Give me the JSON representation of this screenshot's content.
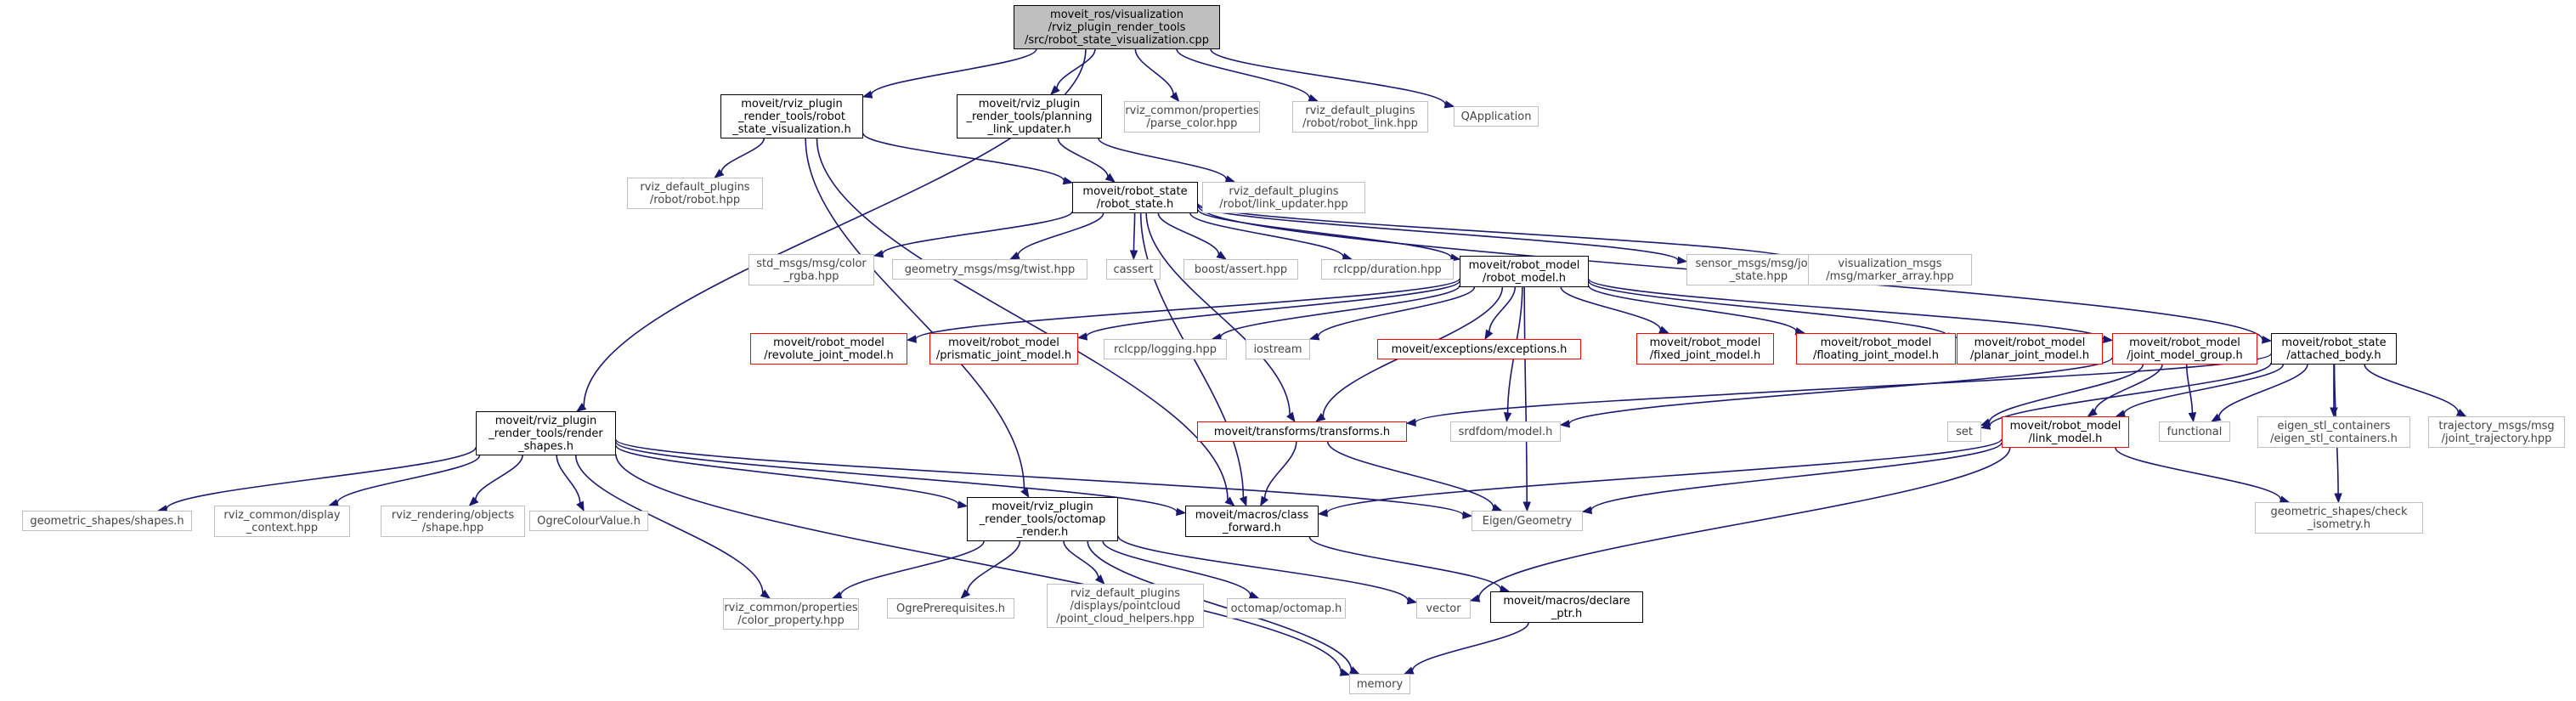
{
  "diagram": {
    "nodes": [
      {
        "id": "root",
        "style": "root",
        "lines": [
          "moveit_ros/visualization",
          "/rviz_plugin_render_tools",
          "/src/robot_state_visualization.cpp"
        ]
      },
      {
        "id": "rsv",
        "style": "normal",
        "lines": [
          "moveit/rviz_plugin",
          "_render_tools/robot",
          "_state_visualization.h"
        ]
      },
      {
        "id": "plu",
        "style": "normal",
        "lines": [
          "moveit/rviz_plugin",
          "_render_tools/planning",
          "_link_updater.h"
        ]
      },
      {
        "id": "parse",
        "style": "ext",
        "lines": [
          "rviz_common/properties",
          "/parse_color.hpp"
        ]
      },
      {
        "id": "rlink",
        "style": "ext",
        "lines": [
          "rviz_default_plugins",
          "/robot/robot_link.hpp"
        ]
      },
      {
        "id": "qapp",
        "style": "ext",
        "lines": [
          "QApplication"
        ]
      },
      {
        "id": "rrobot",
        "style": "ext",
        "lines": [
          "rviz_default_plugins",
          "/robot/robot.hpp"
        ]
      },
      {
        "id": "rstate",
        "style": "normal",
        "lines": [
          "moveit/robot_state",
          "/robot_state.h"
        ]
      },
      {
        "id": "lupd",
        "style": "ext",
        "lines": [
          "rviz_default_plugins",
          "/robot/link_updater.hpp"
        ]
      },
      {
        "id": "colorrgba",
        "style": "ext",
        "lines": [
          "std_msgs/msg/color",
          "_rgba.hpp"
        ]
      },
      {
        "id": "twist",
        "style": "ext",
        "lines": [
          "geometry_msgs/msg/twist.hpp"
        ]
      },
      {
        "id": "cassert",
        "style": "ext",
        "lines": [
          "cassert"
        ]
      },
      {
        "id": "bassert",
        "style": "ext",
        "lines": [
          "boost/assert.hpp"
        ]
      },
      {
        "id": "duration",
        "style": "ext",
        "lines": [
          "rclcpp/duration.hpp"
        ]
      },
      {
        "id": "rmodel",
        "style": "normal",
        "lines": [
          "moveit/robot_model",
          "/robot_model.h"
        ]
      },
      {
        "id": "jstate",
        "style": "ext",
        "lines": [
          "sensor_msgs/msg/joint",
          "_state.hpp"
        ]
      },
      {
        "id": "marker",
        "style": "ext",
        "lines": [
          "visualization_msgs",
          "/msg/marker_array.hpp"
        ]
      },
      {
        "id": "revolute",
        "style": "red",
        "lines": [
          "moveit/robot_model",
          "/revolute_joint_model.h"
        ]
      },
      {
        "id": "prismatic",
        "style": "red",
        "lines": [
          "moveit/robot_model",
          "/prismatic_joint_model.h"
        ]
      },
      {
        "id": "logging",
        "style": "ext",
        "lines": [
          "rclcpp/logging.hpp"
        ]
      },
      {
        "id": "iostream",
        "style": "ext",
        "lines": [
          "iostream"
        ]
      },
      {
        "id": "exceptions",
        "style": "red",
        "lines": [
          "moveit/exceptions/exceptions.h"
        ]
      },
      {
        "id": "fixed",
        "style": "red",
        "lines": [
          "moveit/robot_model",
          "/fixed_joint_model.h"
        ]
      },
      {
        "id": "floating",
        "style": "red",
        "lines": [
          "moveit/robot_model",
          "/floating_joint_model.h"
        ]
      },
      {
        "id": "planar",
        "style": "red",
        "lines": [
          "moveit/robot_model",
          "/planar_joint_model.h"
        ]
      },
      {
        "id": "jmg",
        "style": "red",
        "lines": [
          "moveit/robot_model",
          "/joint_model_group.h"
        ]
      },
      {
        "id": "attached",
        "style": "normal",
        "lines": [
          "moveit/robot_state",
          "/attached_body.h"
        ]
      },
      {
        "id": "render_shapes",
        "style": "normal",
        "lines": [
          "moveit/rviz_plugin",
          "_render_tools/render",
          "_shapes.h"
        ]
      },
      {
        "id": "transforms",
        "style": "red",
        "lines": [
          "moveit/transforms/transforms.h"
        ]
      },
      {
        "id": "srdf",
        "style": "ext",
        "lines": [
          "srdfdom/model.h"
        ]
      },
      {
        "id": "set",
        "style": "ext",
        "lines": [
          "set"
        ]
      },
      {
        "id": "linkmodel",
        "style": "red",
        "lines": [
          "moveit/robot_model",
          "/link_model.h"
        ]
      },
      {
        "id": "functional",
        "style": "ext",
        "lines": [
          "functional"
        ]
      },
      {
        "id": "eigenstl",
        "style": "ext",
        "lines": [
          "eigen_stl_containers",
          "/eigen_stl_containers.h"
        ]
      },
      {
        "id": "traj",
        "style": "ext",
        "lines": [
          "trajectory_msgs/msg",
          "/joint_trajectory.hpp"
        ]
      },
      {
        "id": "shapes",
        "style": "ext",
        "lines": [
          "geometric_shapes/shapes.h"
        ]
      },
      {
        "id": "display_ctx",
        "style": "ext",
        "lines": [
          "rviz_common/display",
          "_context.hpp"
        ]
      },
      {
        "id": "shapehpp",
        "style": "ext",
        "lines": [
          "rviz_rendering/objects",
          "/shape.hpp"
        ]
      },
      {
        "id": "ogrecolour",
        "style": "ext",
        "lines": [
          "OgreColourValue.h"
        ]
      },
      {
        "id": "octomap_render",
        "style": "normal",
        "lines": [
          "moveit/rviz_plugin",
          "_render_tools/octomap",
          "_render.h"
        ]
      },
      {
        "id": "class_fwd",
        "style": "normal",
        "lines": [
          "moveit/macros/class",
          "_forward.h"
        ]
      },
      {
        "id": "eigen",
        "style": "ext",
        "lines": [
          "Eigen/Geometry"
        ]
      },
      {
        "id": "check_iso",
        "style": "ext",
        "lines": [
          "geometric_shapes/check",
          "_isometry.h"
        ]
      },
      {
        "id": "color_prop",
        "style": "ext",
        "lines": [
          "rviz_common/properties",
          "/color_property.hpp"
        ]
      },
      {
        "id": "ogreprereq",
        "style": "ext",
        "lines": [
          "OgrePrerequisites.h"
        ]
      },
      {
        "id": "pcl_helpers",
        "style": "ext",
        "lines": [
          "rviz_default_plugins",
          "/displays/pointcloud",
          "/point_cloud_helpers.hpp"
        ]
      },
      {
        "id": "octomap",
        "style": "ext",
        "lines": [
          "octomap/octomap.h"
        ]
      },
      {
        "id": "vector",
        "style": "ext",
        "lines": [
          "vector"
        ]
      },
      {
        "id": "declare_ptr",
        "style": "normal",
        "lines": [
          "moveit/macros/declare",
          "_ptr.h"
        ]
      },
      {
        "id": "memory",
        "style": "ext",
        "lines": [
          "memory"
        ]
      }
    ],
    "edges": [
      [
        "root",
        "rsv"
      ],
      [
        "root",
        "plu"
      ],
      [
        "root",
        "parse"
      ],
      [
        "root",
        "rlink"
      ],
      [
        "root",
        "qapp"
      ],
      [
        "root",
        "render_shapes"
      ],
      [
        "rsv",
        "rrobot"
      ],
      [
        "rsv",
        "rstate"
      ],
      [
        "rsv",
        "class_fwd"
      ],
      [
        "rsv",
        "octomap_render"
      ],
      [
        "plu",
        "rstate"
      ],
      [
        "plu",
        "lupd"
      ],
      [
        "rstate",
        "colorrgba"
      ],
      [
        "rstate",
        "twist"
      ],
      [
        "rstate",
        "cassert"
      ],
      [
        "rstate",
        "bassert"
      ],
      [
        "rstate",
        "duration"
      ],
      [
        "rstate",
        "rmodel"
      ],
      [
        "rstate",
        "jstate"
      ],
      [
        "rstate",
        "marker"
      ],
      [
        "rstate",
        "attached"
      ],
      [
        "rstate",
        "transforms"
      ],
      [
        "rstate",
        "class_fwd"
      ],
      [
        "rmodel",
        "revolute"
      ],
      [
        "rmodel",
        "prismatic"
      ],
      [
        "rmodel",
        "logging"
      ],
      [
        "rmodel",
        "iostream"
      ],
      [
        "rmodel",
        "exceptions"
      ],
      [
        "rmodel",
        "fixed"
      ],
      [
        "rmodel",
        "floating"
      ],
      [
        "rmodel",
        "planar"
      ],
      [
        "rmodel",
        "jmg"
      ],
      [
        "rmodel",
        "srdf"
      ],
      [
        "rmodel",
        "eigen"
      ],
      [
        "rmodel",
        "transforms"
      ],
      [
        "jmg",
        "set"
      ],
      [
        "jmg",
        "linkmodel"
      ],
      [
        "jmg",
        "functional"
      ],
      [
        "jmg",
        "srdf"
      ],
      [
        "attached",
        "transforms"
      ],
      [
        "attached",
        "set"
      ],
      [
        "attached",
        "linkmodel"
      ],
      [
        "attached",
        "functional"
      ],
      [
        "attached",
        "eigenstl"
      ],
      [
        "attached",
        "traj"
      ],
      [
        "attached",
        "check_iso"
      ],
      [
        "linkmodel",
        "class_fwd"
      ],
      [
        "linkmodel",
        "eigen"
      ],
      [
        "linkmodel",
        "vector"
      ],
      [
        "linkmodel",
        "check_iso"
      ],
      [
        "transforms",
        "class_fwd"
      ],
      [
        "transforms",
        "eigen"
      ],
      [
        "render_shapes",
        "shapes"
      ],
      [
        "render_shapes",
        "display_ctx"
      ],
      [
        "render_shapes",
        "shapehpp"
      ],
      [
        "render_shapes",
        "ogrecolour"
      ],
      [
        "render_shapes",
        "octomap_render"
      ],
      [
        "render_shapes",
        "class_fwd"
      ],
      [
        "render_shapes",
        "eigen"
      ],
      [
        "render_shapes",
        "color_prop"
      ],
      [
        "render_shapes",
        "memory"
      ],
      [
        "octomap_render",
        "color_prop"
      ],
      [
        "octomap_render",
        "ogreprereq"
      ],
      [
        "octomap_render",
        "pcl_helpers"
      ],
      [
        "octomap_render",
        "octomap"
      ],
      [
        "octomap_render",
        "vector"
      ],
      [
        "octomap_render",
        "memory"
      ],
      [
        "class_fwd",
        "declare_ptr"
      ],
      [
        "declare_ptr",
        "memory"
      ]
    ]
  }
}
